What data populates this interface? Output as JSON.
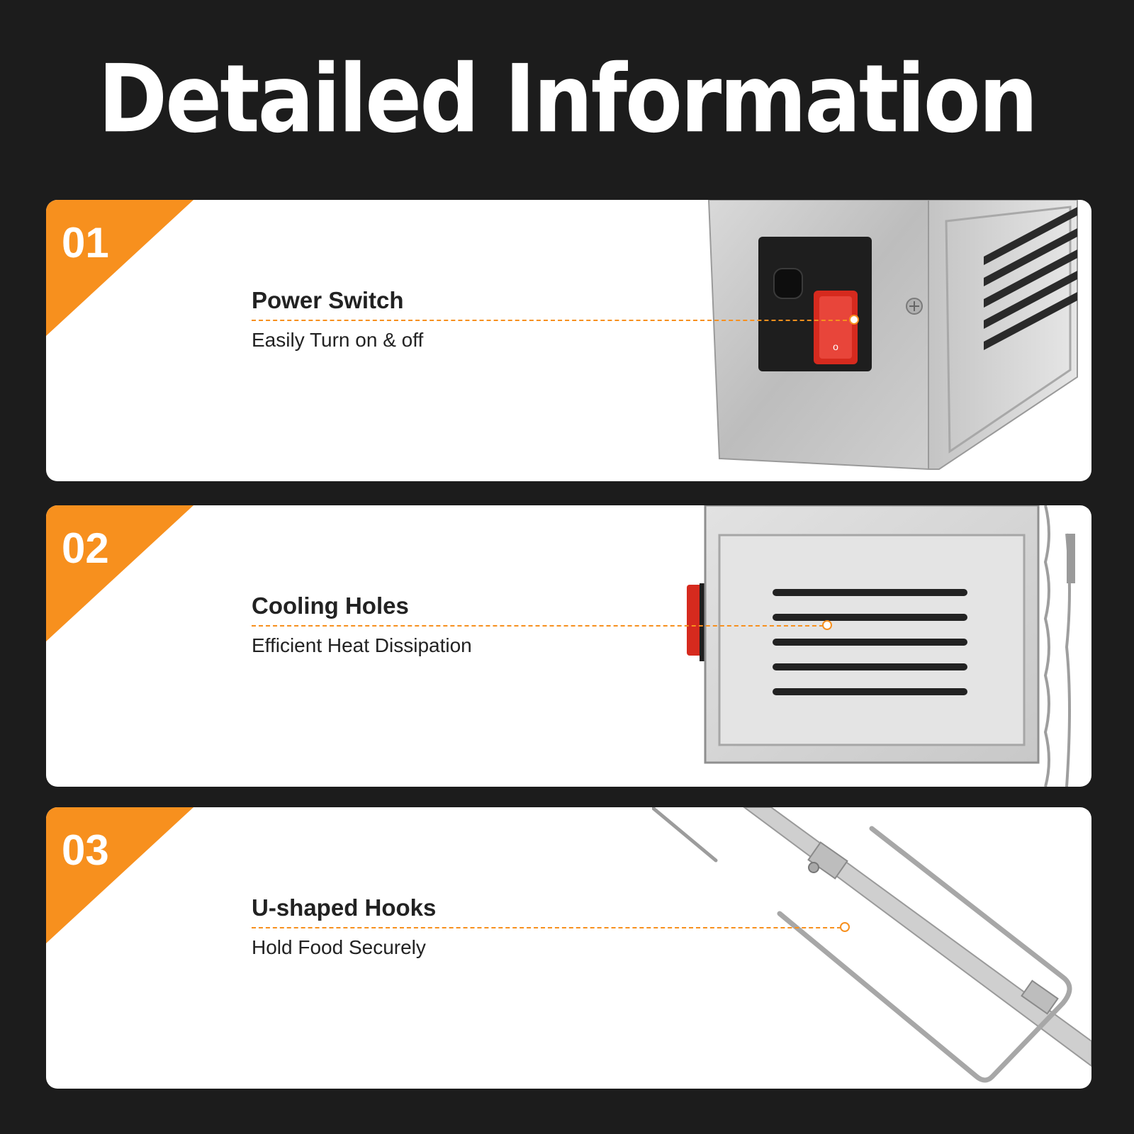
{
  "header": {
    "title": "Detailed Information"
  },
  "features": [
    {
      "number": "01",
      "title": "Power Switch",
      "subtitle": "Easily Turn on & off"
    },
    {
      "number": "02",
      "title": "Cooling Holes",
      "subtitle": "Efficient Heat Dissipation"
    },
    {
      "number": "03",
      "title": "U-shaped Hooks",
      "subtitle": "Hold Food Securely"
    }
  ],
  "colors": {
    "background": "#1c1c1c",
    "accent": "#f7901e",
    "card": "#ffffff",
    "switch": "#d62a1e"
  }
}
